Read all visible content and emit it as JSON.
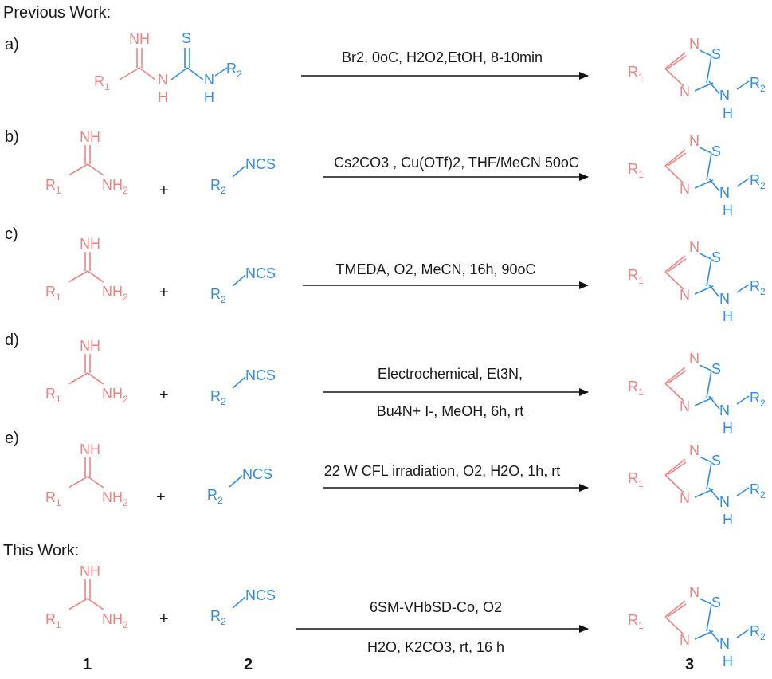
{
  "headers": {
    "previous": "Previous Work:",
    "this": "This Work:"
  },
  "colors": {
    "amidine": "#f08282",
    "isothiocyanate": "#2f8de4",
    "text": "#1a1a1a"
  },
  "reactions": [
    {
      "label": "a)",
      "conditions_top": "Br2, 0oC, H2O2,EtOH, 8-10min",
      "conditions_bottom": ""
    },
    {
      "label": "b)",
      "conditions_top": "Cs2CO3 , Cu(OTf)2, THF/MeCN 50oC",
      "conditions_bottom": ""
    },
    {
      "label": "c)",
      "conditions_top": "TMEDA, O2, MeCN, 16h, 90oC",
      "conditions_bottom": ""
    },
    {
      "label": "d)",
      "conditions_top": "Electrochemical, Et3N,",
      "conditions_bottom": "Bu4N+ I-, MeOH, 6h, rt"
    },
    {
      "label": "e)",
      "conditions_top": "22 W CFL irradiation, O2, H2O, 1h, rt",
      "conditions_bottom": ""
    },
    {
      "label": "",
      "conditions_top": "6SM-VHbSD-Co, O2",
      "conditions_bottom": "H2O, K2CO3, rt, 16 h"
    }
  ],
  "compounds": {
    "amidine": "1",
    "isothiocyanate": "2",
    "product": "3"
  },
  "atoms": {
    "R": "R",
    "sub1": "1",
    "sub2": "2",
    "NH": "NH",
    "N": "N",
    "H": "H",
    "S": "S",
    "NCS": "NCS",
    "plus": "+"
  }
}
